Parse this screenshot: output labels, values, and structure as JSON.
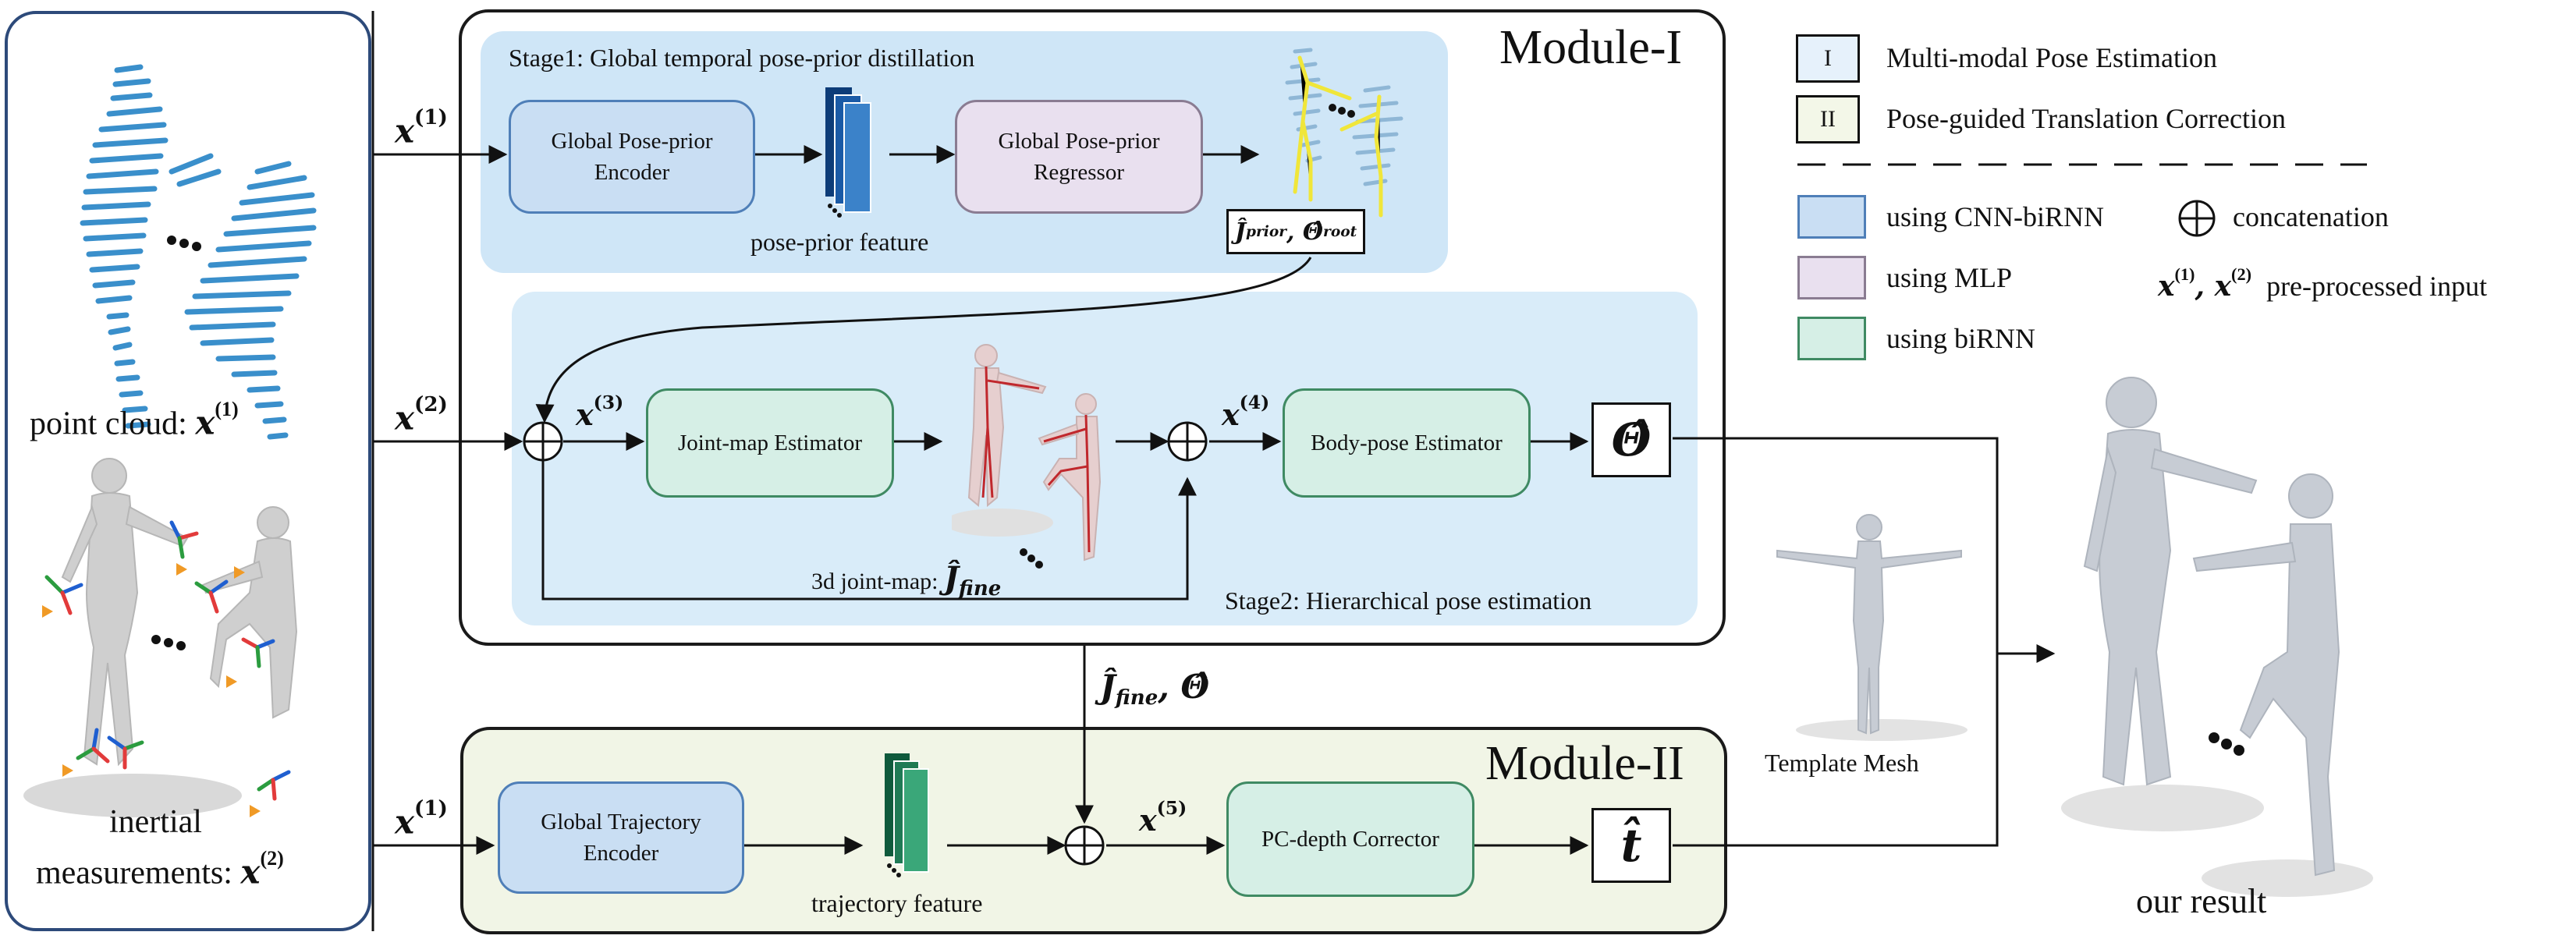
{
  "left_panel": {
    "point_cloud_label": "point cloud:",
    "point_cloud_var": "x",
    "point_cloud_sup": "(1)",
    "inertial_label_1": "inertial",
    "inertial_label_2": "measurements:",
    "inertial_var": "x",
    "inertial_sup": "(2)"
  },
  "module1": {
    "title": "Module-I",
    "stage1_title": "Stage1: Global temporal pose-prior distillation",
    "stage2_title": "Stage2: Hierarchical pose estimation",
    "global_encoder": "Global Pose-prior Encoder",
    "global_regressor": "Global Pose-prior Regressor",
    "pose_prior_feature": "pose-prior feature",
    "prior_output_j": "Ĵ",
    "prior_output_j_sub": "prior",
    "prior_output_theta": "Θ̂",
    "prior_output_theta_sub": "root",
    "joint_map_estimator": "Joint-map Estimator",
    "body_pose_estimator": "Body-pose Estimator",
    "joint_map_label": "3d joint-map:",
    "joint_map_var": "Ĵ",
    "joint_map_sub": "fine",
    "theta_output": "Θ̂"
  },
  "module2": {
    "title": "Module-II",
    "trajectory_encoder": "Global Trajectory Encoder",
    "trajectory_feature": "trajectory feature",
    "pc_depth_corrector": "PC-depth Corrector",
    "t_output": "t̂"
  },
  "inputs": {
    "x1_top": "x",
    "x1_top_sup": "(1)",
    "x2": "x",
    "x2_sup": "(2)",
    "x3": "x",
    "x3_sup": "(3)",
    "x4": "x",
    "x4_sup": "(4)",
    "x5": "x",
    "x5_sup": "(5)",
    "x1_bottom": "x",
    "x1_bottom_sup": "(1)",
    "link_j": "Ĵ",
    "link_j_sub": "fine",
    "link_theta": ", Θ̂"
  },
  "right_side": {
    "template_mesh": "Template Mesh",
    "our_result": "our result"
  },
  "legend": {
    "module1_badge": "I",
    "module1_label": "Multi-modal Pose Estimation",
    "module2_badge": "II",
    "module2_label": "Pose-guided Translation Correction",
    "cnn_label": "using CNN-biRNN",
    "mlp_label": "using MLP",
    "birnn_label": "using biRNN",
    "concat_label": "concatenation",
    "preprocessed_vars": "x",
    "preprocessed_sup1": "(1)",
    "preprocessed_sep": ", x",
    "preprocessed_sup2": "(2)",
    "preprocessed_label": "pre-processed input"
  },
  "colors": {
    "cnn_fill": "#c9def3",
    "cnn_border": "#4f7fb8",
    "mlp_fill": "#e9e0ef",
    "mlp_border": "#8a7c92",
    "rnn_fill": "#d6efe6",
    "rnn_border": "#3f8a63",
    "stage_fill": "#cfe6f7",
    "module2_fill": "#f1f5e6",
    "point_cloud": "#3a8fcb",
    "prior_yellow": "#f0e63a"
  }
}
